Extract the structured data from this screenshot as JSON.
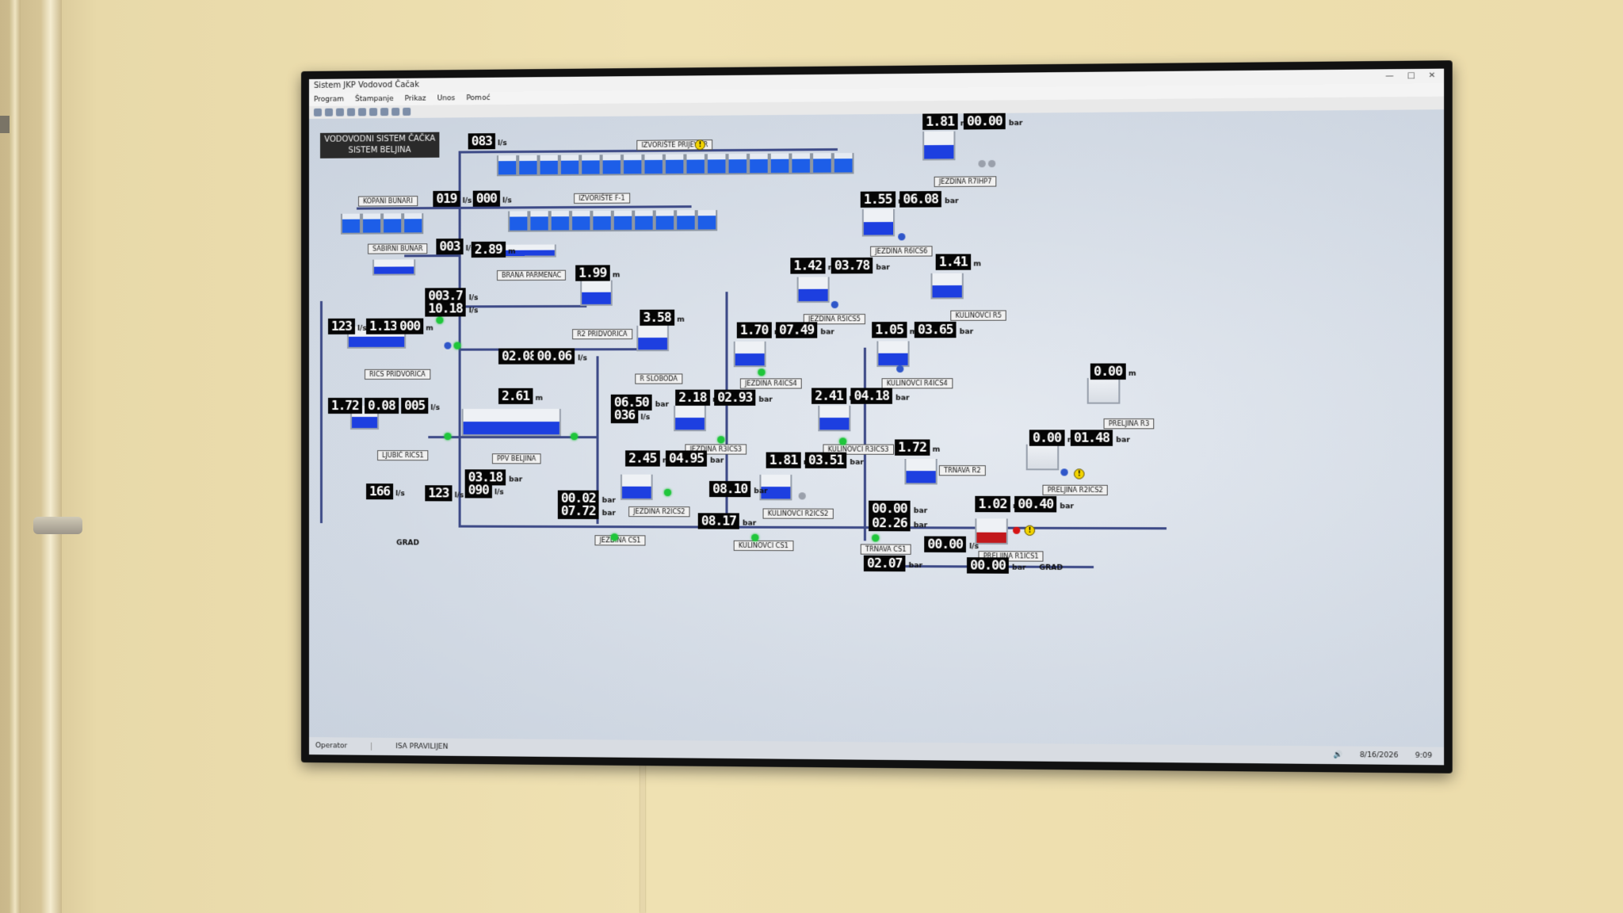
{
  "window": {
    "title": "Sistem JKP Vodovod Čačak",
    "controls": [
      "—",
      "□",
      "✕"
    ]
  },
  "menu": [
    "Program",
    "Štampanje",
    "Prikaz",
    "Unos",
    "Pomoć"
  ],
  "system_box": {
    "line1": "VODOVODNI SISTEM ČAČKA",
    "line2": "SISTEM BELJINA"
  },
  "labels": {
    "izvoriste_prijevor": "IZVORIŠTE PRIJEVOR",
    "izvoriste_f1": "IZVORIŠTE F-1",
    "kopani_bunari": "KOPANI BUNARI",
    "sabirni_bunar": "SABIRNI BUNAR",
    "brana_parmenac": "BRANA PARMENAC",
    "r2_pridvorica": "R2 PRIDVORICA",
    "r_sloboda": "R SLOBODA",
    "rics_pridvorica": "RICS PRIDVORICA",
    "ljubic_rics1": "LJUBIĆ RICS1",
    "ppv_beljina": "PPV BELJINA",
    "jezdina_r7ihp7": "JEZDINA R7IHP7",
    "jezdina_r6ics6": "JEZDINA R6ICS6",
    "jezdina_r5ics5": "JEZDINA R5ICS5",
    "kulinovci_r5": "KULINOVCI R5",
    "jezdina_r4ics4": "JEZDINA R4ICS4",
    "kulinovci_r4ics4": "KULINOVCI R4ICS4",
    "jezdina_r3ics3": "JEZDINA R3ICS3",
    "kulinovci_r3ics3": "KULINOVCI R3ICS3",
    "preljina_r3": "PRELJINA R3",
    "trnava_r2": "TRNAVA R2",
    "preljina_r2ics2": "PRELJINA R2ICS2",
    "jezdina_r2ics2": "JEZDINA R2ICS2",
    "kulinovci_r2ics2": "KULINOVCI R2ICS2",
    "jezdina_cs1": "JEZDINA CS1",
    "kulinovci_cs1": "KULINOVCI CS1",
    "trnava_cs1": "TRNAVA CS1",
    "preljina_r1ics1": "PRELJINA R1ICS1",
    "grad1": "GRAD",
    "grad2": "GRAD"
  },
  "readings": [
    {
      "v": "083",
      "u": "l/s"
    },
    {
      "v": "019",
      "u": "l/s"
    },
    {
      "v": "000",
      "u": "l/s"
    },
    {
      "v": "003",
      "u": "l/s"
    },
    {
      "v": "2.89",
      "u": "m"
    },
    {
      "v": "003.7",
      "u": "l/s"
    },
    {
      "v": "10.18",
      "u": "l/s"
    },
    {
      "v": "1.99",
      "u": "m"
    },
    {
      "v": "3.58",
      "u": "m"
    },
    {
      "v": "02.08",
      "u": "bar"
    },
    {
      "v": "00.06",
      "u": "l/s"
    },
    {
      "v": "123",
      "u": "l/s"
    },
    {
      "v": "1.13",
      "u": "m"
    },
    {
      "v": "000",
      "u": "m"
    },
    {
      "v": "1.72",
      "u": "l/s"
    },
    {
      "v": "0.08",
      "u": "m"
    },
    {
      "v": "005",
      "u": "l/s"
    },
    {
      "v": "2.61",
      "u": "m"
    },
    {
      "v": "06.50",
      "u": "bar"
    },
    {
      "v": "036",
      "u": "l/s"
    },
    {
      "v": "166",
      "u": "l/s"
    },
    {
      "v": "123",
      "u": "l/s"
    },
    {
      "v": "03.18",
      "u": "bar"
    },
    {
      "v": "090",
      "u": "l/s"
    },
    {
      "v": "2.45",
      "u": "m"
    },
    {
      "v": "04.95",
      "u": "bar"
    },
    {
      "v": "00.02",
      "u": "bar"
    },
    {
      "v": "07.72",
      "u": "bar"
    },
    {
      "v": "2.18",
      "u": "m"
    },
    {
      "v": "02.93",
      "u": "bar"
    },
    {
      "v": "1.70",
      "u": "m"
    },
    {
      "v": "07.49",
      "u": "bar"
    },
    {
      "v": "1.81",
      "u": "m"
    },
    {
      "v": "03.51",
      "u": "bar"
    },
    {
      "v": "08.10",
      "u": "bar"
    },
    {
      "v": "08.17",
      "u": "bar"
    },
    {
      "v": "1.42",
      "u": "m"
    },
    {
      "v": "03.78",
      "u": "bar"
    },
    {
      "v": "2.41",
      "u": "m"
    },
    {
      "v": "04.18",
      "u": "bar"
    },
    {
      "v": "1.55",
      "u": "m"
    },
    {
      "v": "06.08",
      "u": "bar"
    },
    {
      "v": "1.81",
      "u": "m"
    },
    {
      "v": "00.00",
      "u": "bar"
    },
    {
      "v": "1.41",
      "u": "m"
    },
    {
      "v": "1.05",
      "u": "m"
    },
    {
      "v": "03.65",
      "u": "bar"
    },
    {
      "v": "1.72",
      "u": "m"
    },
    {
      "v": "00.00",
      "u": "bar"
    },
    {
      "v": "02.26",
      "u": "bar"
    },
    {
      "v": "02.07",
      "u": "bar"
    },
    {
      "v": "0.00",
      "u": "m"
    },
    {
      "v": "0.00",
      "u": "m"
    },
    {
      "v": "01.48",
      "u": "bar"
    },
    {
      "v": "1.02",
      "u": "m"
    },
    {
      "v": "00.40",
      "u": "bar"
    },
    {
      "v": "00.00",
      "u": "l/s"
    },
    {
      "v": "00.00",
      "u": "bar"
    }
  ],
  "status": {
    "left": "Operator",
    "user": "ISA PRAVILIJEN",
    "date": "8/16/2026",
    "time": "9:09"
  }
}
